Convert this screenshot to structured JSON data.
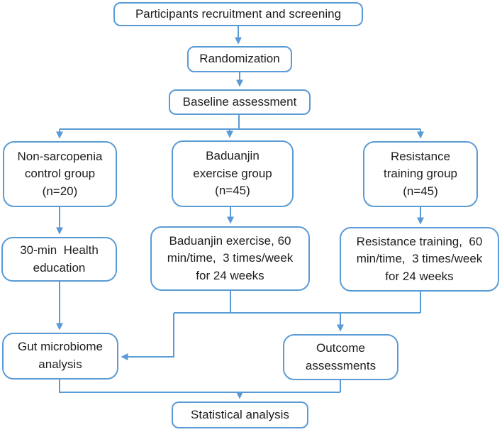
{
  "figure": {
    "type": "flowchart",
    "colors": {
      "box_border": "#5B9BD5",
      "connector": "#5B9BD5",
      "text": "#1d1d1d",
      "background": "#ffffff"
    },
    "nodes": {
      "recruitment": {
        "label": "Participants recruitment and screening"
      },
      "randomization": {
        "label": "Randomization"
      },
      "baseline": {
        "label": "Baseline assessment"
      },
      "group_control": {
        "label": "Non-sarcopenia\ncontrol group\n(n=20)"
      },
      "group_baduanjin": {
        "label": "Baduanjin\nexercise group\n(n=45)"
      },
      "group_resistance": {
        "label": "Resistance\ntraining group\n(n=45)"
      },
      "health_education": {
        "label": "30-min  Health\neducation"
      },
      "baduanjin_exercise": {
        "label": "Baduanjin exercise, 60\nmin/time,  3 times/week\nfor 24 weeks"
      },
      "resistance_training": {
        "label": "Resistance training,  60\nmin/time,  3 times/week\nfor 24 weeks"
      },
      "gut_microbiome": {
        "label": "Gut microbiome\nanalysis"
      },
      "outcome": {
        "label": "Outcome\nassessments"
      },
      "statistical": {
        "label": "Statistical analysis"
      }
    },
    "edges": [
      {
        "from": "recruitment",
        "to": "randomization"
      },
      {
        "from": "randomization",
        "to": "baseline"
      },
      {
        "from": "baseline",
        "to": "group_control"
      },
      {
        "from": "baseline",
        "to": "group_baduanjin"
      },
      {
        "from": "baseline",
        "to": "group_resistance"
      },
      {
        "from": "group_control",
        "to": "health_education"
      },
      {
        "from": "group_baduanjin",
        "to": "baduanjin_exercise"
      },
      {
        "from": "group_resistance",
        "to": "resistance_training"
      },
      {
        "from": "health_education",
        "to": "gut_microbiome"
      },
      {
        "from": "baduanjin_exercise",
        "to": "gut_microbiome"
      },
      {
        "from": "baduanjin_exercise",
        "to": "outcome"
      },
      {
        "from": "resistance_training",
        "to": "gut_microbiome"
      },
      {
        "from": "resistance_training",
        "to": "outcome"
      },
      {
        "from": "gut_microbiome",
        "to": "statistical"
      },
      {
        "from": "outcome",
        "to": "statistical"
      }
    ]
  }
}
